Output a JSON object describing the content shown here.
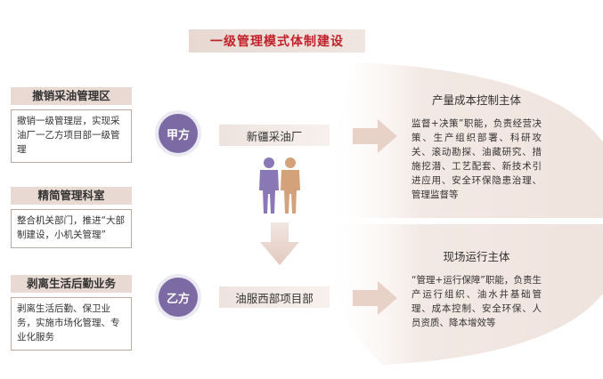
{
  "title": "一级管理模式体制建设",
  "left_cards": [
    {
      "heading": "撤销采油管理区",
      "body": "撤销一级管理层，实现采油厂一乙方项目部一级管理"
    },
    {
      "heading": "精简管理科室",
      "body": "整合机关部门，推进“大部制建设，小机关管理”"
    },
    {
      "heading": "剥离生活后勤业务",
      "body": "剥离生活后勤、保卫业务，实施市场化管理、专业化服务"
    }
  ],
  "parties": [
    {
      "badge": "甲方",
      "unit": "新疆采油厂"
    },
    {
      "badge": "乙方",
      "unit": "油服西部项目部"
    }
  ],
  "right_blocks": [
    {
      "title": "产量成本控制主体",
      "body": "监督+决策”职能，负责经营决策、生产组织部署、科研攻关、滚动勘探、油藏研究、措施挖潜、工艺配套、新技术引进应用、安全环保隐患治理、管理监督等"
    },
    {
      "title": "现场运行主体",
      "body": "“管理+运行保障”职能，负责生产运行组织、油水井基础管理、成本控制、安全环保、人员资质、降本增效等"
    }
  ],
  "colors": {
    "accent_red": "#c0212a",
    "badge_purple": "#7b6aa4",
    "person_purple": "#8a77b5",
    "person_tan": "#d4a27a",
    "arrow_pink": "#e8d2c8",
    "band": "#f4ece8"
  },
  "icons": [
    "arrow-right-icon",
    "arrow-down-icon",
    "people-icon"
  ]
}
